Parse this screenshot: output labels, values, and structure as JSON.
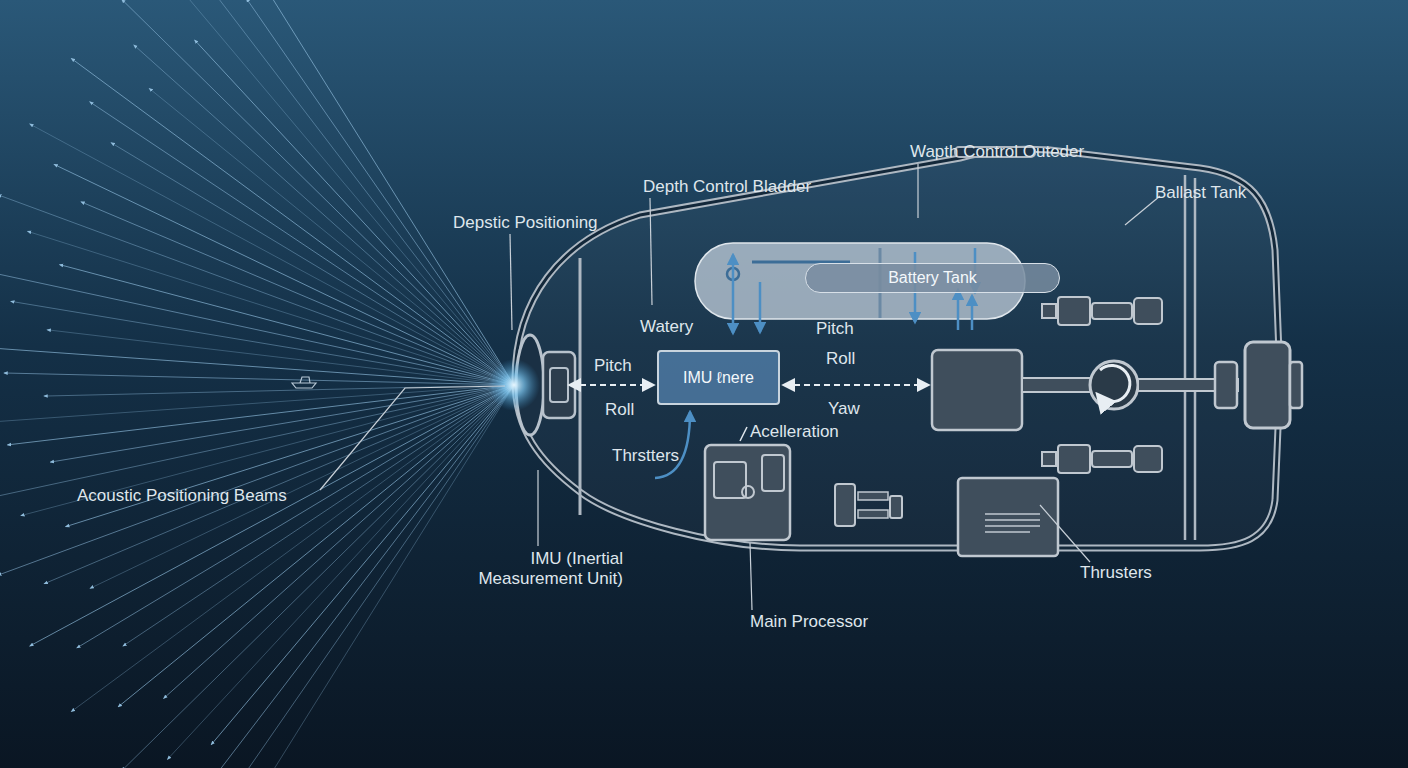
{
  "diagram": {
    "nodes": [
      {
        "text": [
          "Battery Tank"
        ]
      },
      {
        "text": [
          "IMU ℓnere"
        ]
      }
    ],
    "labels": [
      "Wapth Control Outeder",
      "Depth Control Bladder",
      "Ballast Tank",
      "Depstic Positioning",
      "Watery",
      "Pitch",
      "Roll",
      "Pitch",
      "Roll",
      "Yaw",
      "Acelleration",
      "Thrstters",
      "Acoustic Positioning Beams",
      "IMU (Inertial Measurement Unit)",
      "Main Processor",
      "Thrusters"
    ]
  }
}
